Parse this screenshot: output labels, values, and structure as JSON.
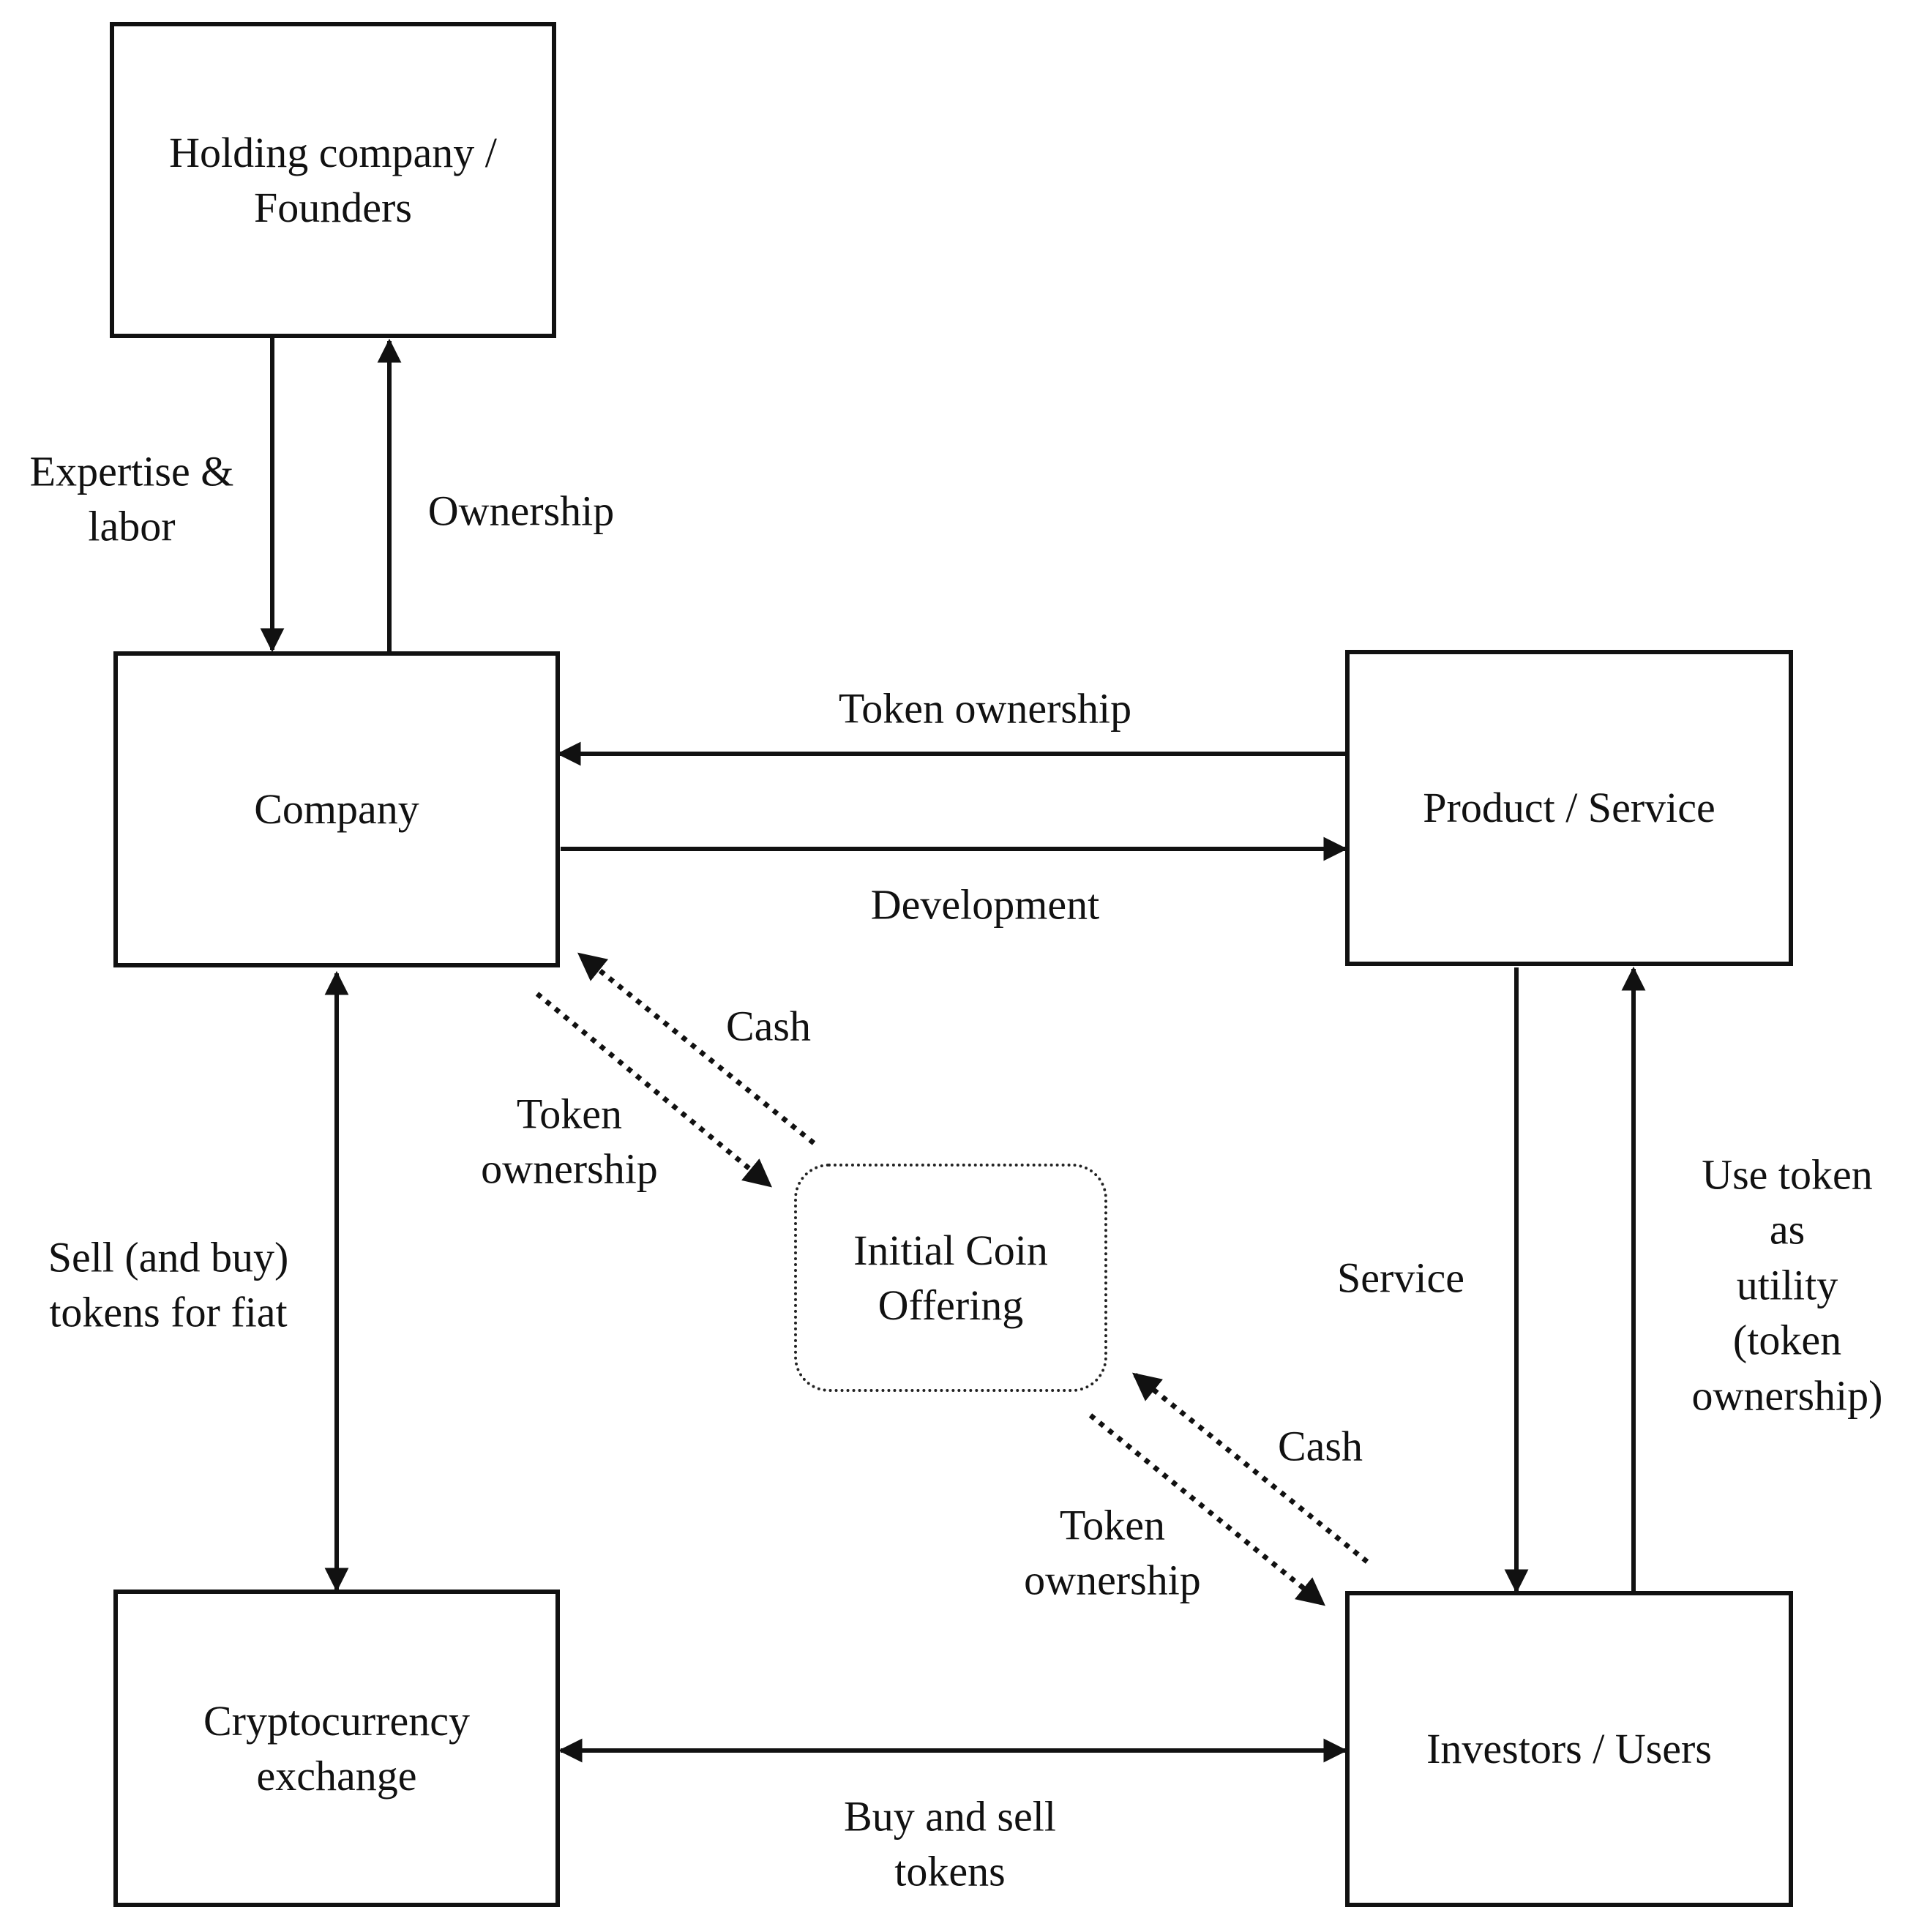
{
  "colors": {
    "stroke": "#111111",
    "background": "#ffffff"
  },
  "nodes": {
    "holding": "Holding company /\nFounders",
    "company": "Company",
    "product": "Product / Service",
    "ico": "Initial Coin\nOffering",
    "exchange": "Cryptocurrency\nexchange",
    "investors": "Investors / Users"
  },
  "edges": {
    "expertise": "Expertise &\nlabor",
    "ownership": "Ownership",
    "token_ownership_top": "Token ownership",
    "development": "Development",
    "cash_company": "Cash",
    "token_ownership_company": "Token\nownership",
    "sell_buy": "Sell (and buy)\ntokens for fiat",
    "service": "Service",
    "use_token": "Use token as\nutility (token\nownership)",
    "cash_investors": "Cash",
    "token_ownership_investors": "Token\nownership",
    "buy_sell": "Buy and sell\ntokens"
  }
}
